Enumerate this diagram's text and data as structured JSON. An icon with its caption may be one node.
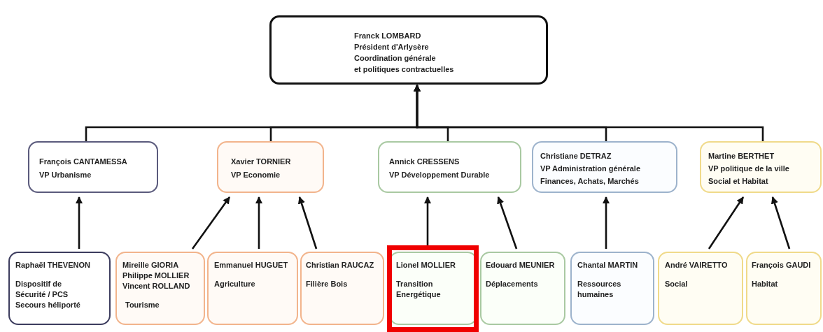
{
  "diagram": {
    "nodes": [
      {
        "text": [
          "Franck LOMBARD",
          "Président d'Arlysère",
          "Coordination générale",
          "et politiques contractuelles"
        ]
      },
      {
        "text": [
          "François CANTAMESSA",
          "VP Urbanisme"
        ]
      },
      {
        "text": [
          "Xavier TORNIER",
          "VP Economie"
        ]
      },
      {
        "text": [
          "Annick CRESSENS",
          "VP Développement Durable"
        ]
      },
      {
        "text": [
          "Christiane DETRAZ",
          "VP Administration générale",
          "Finances, Achats, Marchés"
        ]
      },
      {
        "text": [
          "Martine BERTHET",
          "VP politique de la ville",
          "Social et Habitat"
        ]
      },
      {
        "text": [
          "Raphaël THEVENON",
          "Dispositif de",
          "Sécurité / PCS",
          "Secours héliporté"
        ]
      },
      {
        "text": [
          "Mireille GIORIA",
          "Philippe MOLLIER",
          "Vincent ROLLAND",
          "Tourisme"
        ]
      },
      {
        "text": [
          "Emmanuel HUGUET",
          "Agriculture"
        ]
      },
      {
        "text": [
          "Christian RAUCAZ",
          "Filière Bois"
        ]
      },
      {
        "text": [
          "Lionel MOLLIER",
          "Transition",
          "Energétique"
        ]
      },
      {
        "text": [
          "Edouard MEUNIER",
          "Déplacements"
        ]
      },
      {
        "text": [
          "Chantal MARTIN",
          "Ressources",
          "humaines"
        ]
      },
      {
        "text": [
          "André VAIRETTO",
          "Social"
        ]
      },
      {
        "text": [
          "François GAUDI",
          "Habitat"
        ]
      }
    ],
    "edges": [
      {
        "from": 1,
        "to": 0,
        "arrow": "to"
      },
      {
        "from": 2,
        "to": 0,
        "arrow": "to"
      },
      {
        "from": 3,
        "to": 0,
        "arrow": "to"
      },
      {
        "from": 4,
        "to": 0,
        "arrow": "to"
      },
      {
        "from": 5,
        "to": 0,
        "arrow": "to"
      },
      {
        "from": 6,
        "to": 1,
        "arrow": "to"
      },
      {
        "from": 7,
        "to": 2,
        "arrow": "to"
      },
      {
        "from": 8,
        "to": 2,
        "arrow": "to"
      },
      {
        "from": 9,
        "to": 2,
        "arrow": "to"
      },
      {
        "from": 10,
        "to": 3,
        "arrow": "to"
      },
      {
        "from": 11,
        "to": 3,
        "arrow": "to"
      },
      {
        "from": 12,
        "to": 4,
        "arrow": "to"
      },
      {
        "from": 13,
        "to": 5,
        "arrow": "to"
      },
      {
        "from": 14,
        "to": 5,
        "arrow": "to"
      }
    ]
  }
}
